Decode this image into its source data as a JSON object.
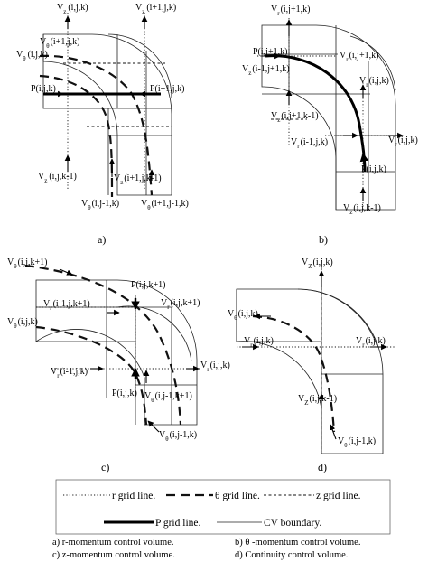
{
  "panels": {
    "a": {
      "caption": "a)",
      "labels": {
        "vz_ijk": "V",
        "vz_ijk_sub": "z",
        "vz_ijk_arg": "(i,j,k)",
        "vz_i1jk": "V",
        "vz_i1jk_sub": "z",
        "vz_i1jk_arg": "(i+1,j,k)",
        "vth_i1jk": "V",
        "vth_i1jk_sub": "θ",
        "vth_i1jk_arg": "(i+1,j,k)",
        "vth_ijk": "V",
        "vth_ijk_sub": "θ",
        "vth_ijk_arg": "(i,j,k)",
        "p_ijk": "P(i,j,k)",
        "p_i1jk": "P(i+1,j,k)",
        "vz_ijkm1": "V",
        "vz_ijkm1_sub": "z",
        "vz_ijkm1_arg": "(i,j,k-1)",
        "vz_i1jkm1": "V",
        "vz_i1jkm1_sub": "z",
        "vz_i1jkm1_arg": "(i+1,j,k-1)",
        "vth_ijm1k": "V",
        "vth_ijm1k_sub": "θ",
        "vth_ijm1k_arg": "(i,j-1,k)",
        "vth_i1jm1k": "V",
        "vth_i1jm1k_sub": "θ",
        "vth_i1jm1k_arg": "(i+1,j-1,k)"
      }
    },
    "b": {
      "caption": "b)",
      "labels": {
        "vr_ij1k": "V",
        "vr_ij1k_sub": "r",
        "vr_ij1k_arg": "(i,j+1,k)",
        "p_ij1k": "P(i,j+1,k)",
        "vz_im1j1k": "V",
        "vz_im1j1k_sub": "z",
        "vz_im1j1k_arg": "(i-1,j+1,k)",
        "vr_ij1k_b": "V",
        "vr_ij1k_b_sub": "r",
        "vr_ij1k_b_arg": "(i,j+1,k)",
        "vr_ijk_right": "V",
        "vr_ijk_right_sub": "r",
        "vr_ijk_right_arg": "(i,j,k)",
        "vz_ij1km1": "V",
        "vz_ij1km1_sub": "z",
        "vz_ij1km1_arg": "(i,j+1,k-1)",
        "vr_im1jk": "V",
        "vr_im1jk_sub": "r",
        "vr_im1jk_arg": "(i-1,j,k)",
        "vr_ijk_far": "V",
        "vr_ijk_far_sub": "r",
        "vr_ijk_far_arg": "(i,j,k)",
        "p_ijk": "P(i,j,k)",
        "vz_ijkm1": "V",
        "vz_ijkm1_sub": "z",
        "vz_ijkm1_arg": "(i,j,k-1)"
      }
    },
    "c": {
      "caption": "c)",
      "labels": {
        "vth_ijk1": "V",
        "vth_ijk1_sub": "θ",
        "vth_ijk1_arg": "(i,j,k+1)",
        "p_ijk1": "P(i,j,k+1)",
        "vr_im1jk1": "V",
        "vr_im1jk1_sub": "r",
        "vr_im1jk1_arg": "(i-1,j,k+1)",
        "vr_ijk1": "V",
        "vr_ijk1_sub": "r",
        "vr_ijk1_arg": "(i,j,k+1)",
        "vth_ijk": "V",
        "vth_ijk_sub": "θ",
        "vth_ijk_arg": "(i,j,k)",
        "vr_im1jk": "V",
        "vr_im1jk_sub": "r",
        "vr_im1jk_arg": "(i-1,j,k)",
        "vr_ijk": "V",
        "vr_ijk_sub": "r",
        "vr_ijk_arg": "(i,j,k)",
        "p_ijk": "P(i,j,k)",
        "vth_ijm1k1": "V",
        "vth_ijm1k1_sub": "θ",
        "vth_ijm1k1_arg": "(i,j-1,k+1)",
        "vth_ijm1k": "V",
        "vth_ijm1k_sub": "θ",
        "vth_ijm1k_arg": "(i,j-1,k)"
      }
    },
    "d": {
      "caption": "d)",
      "labels": {
        "vz_ijk": "V",
        "vz_ijk_sub": "Z",
        "vz_ijk_arg": "(i,j,k)",
        "vth_ijk": "V",
        "vth_ijk_sub": "θ",
        "vth_ijk_arg": "(i,j,k)",
        "vr_ijk_left": "V",
        "vr_ijk_left_sub": "r",
        "vr_ijk_left_arg": "(i,j,k)",
        "vr_ijk_right": "V",
        "vr_ijk_right_sub": "r",
        "vr_ijk_right_arg": "(i,j,k)",
        "vz_ijkm1": "V",
        "vz_ijkm1_sub": "Z",
        "vz_ijkm1_arg": "(i,j,k-1)",
        "vth_ijm1k": "V",
        "vth_ijm1k_sub": "θ",
        "vth_ijm1k_arg": "(i,j-1,k)"
      }
    }
  },
  "legend": {
    "r_grid": "r grid line.",
    "theta_grid": "θ grid line.",
    "z_grid": "z grid line.",
    "p_grid": "P grid line.",
    "cv_boundary": "CV boundary.",
    "cap_a": "a) r-momentum control volume.",
    "cap_b": "b) θ -momentum control volume.",
    "cap_c": "c) z-momentum control volume.",
    "cap_d": "d) Continuity control volume."
  }
}
